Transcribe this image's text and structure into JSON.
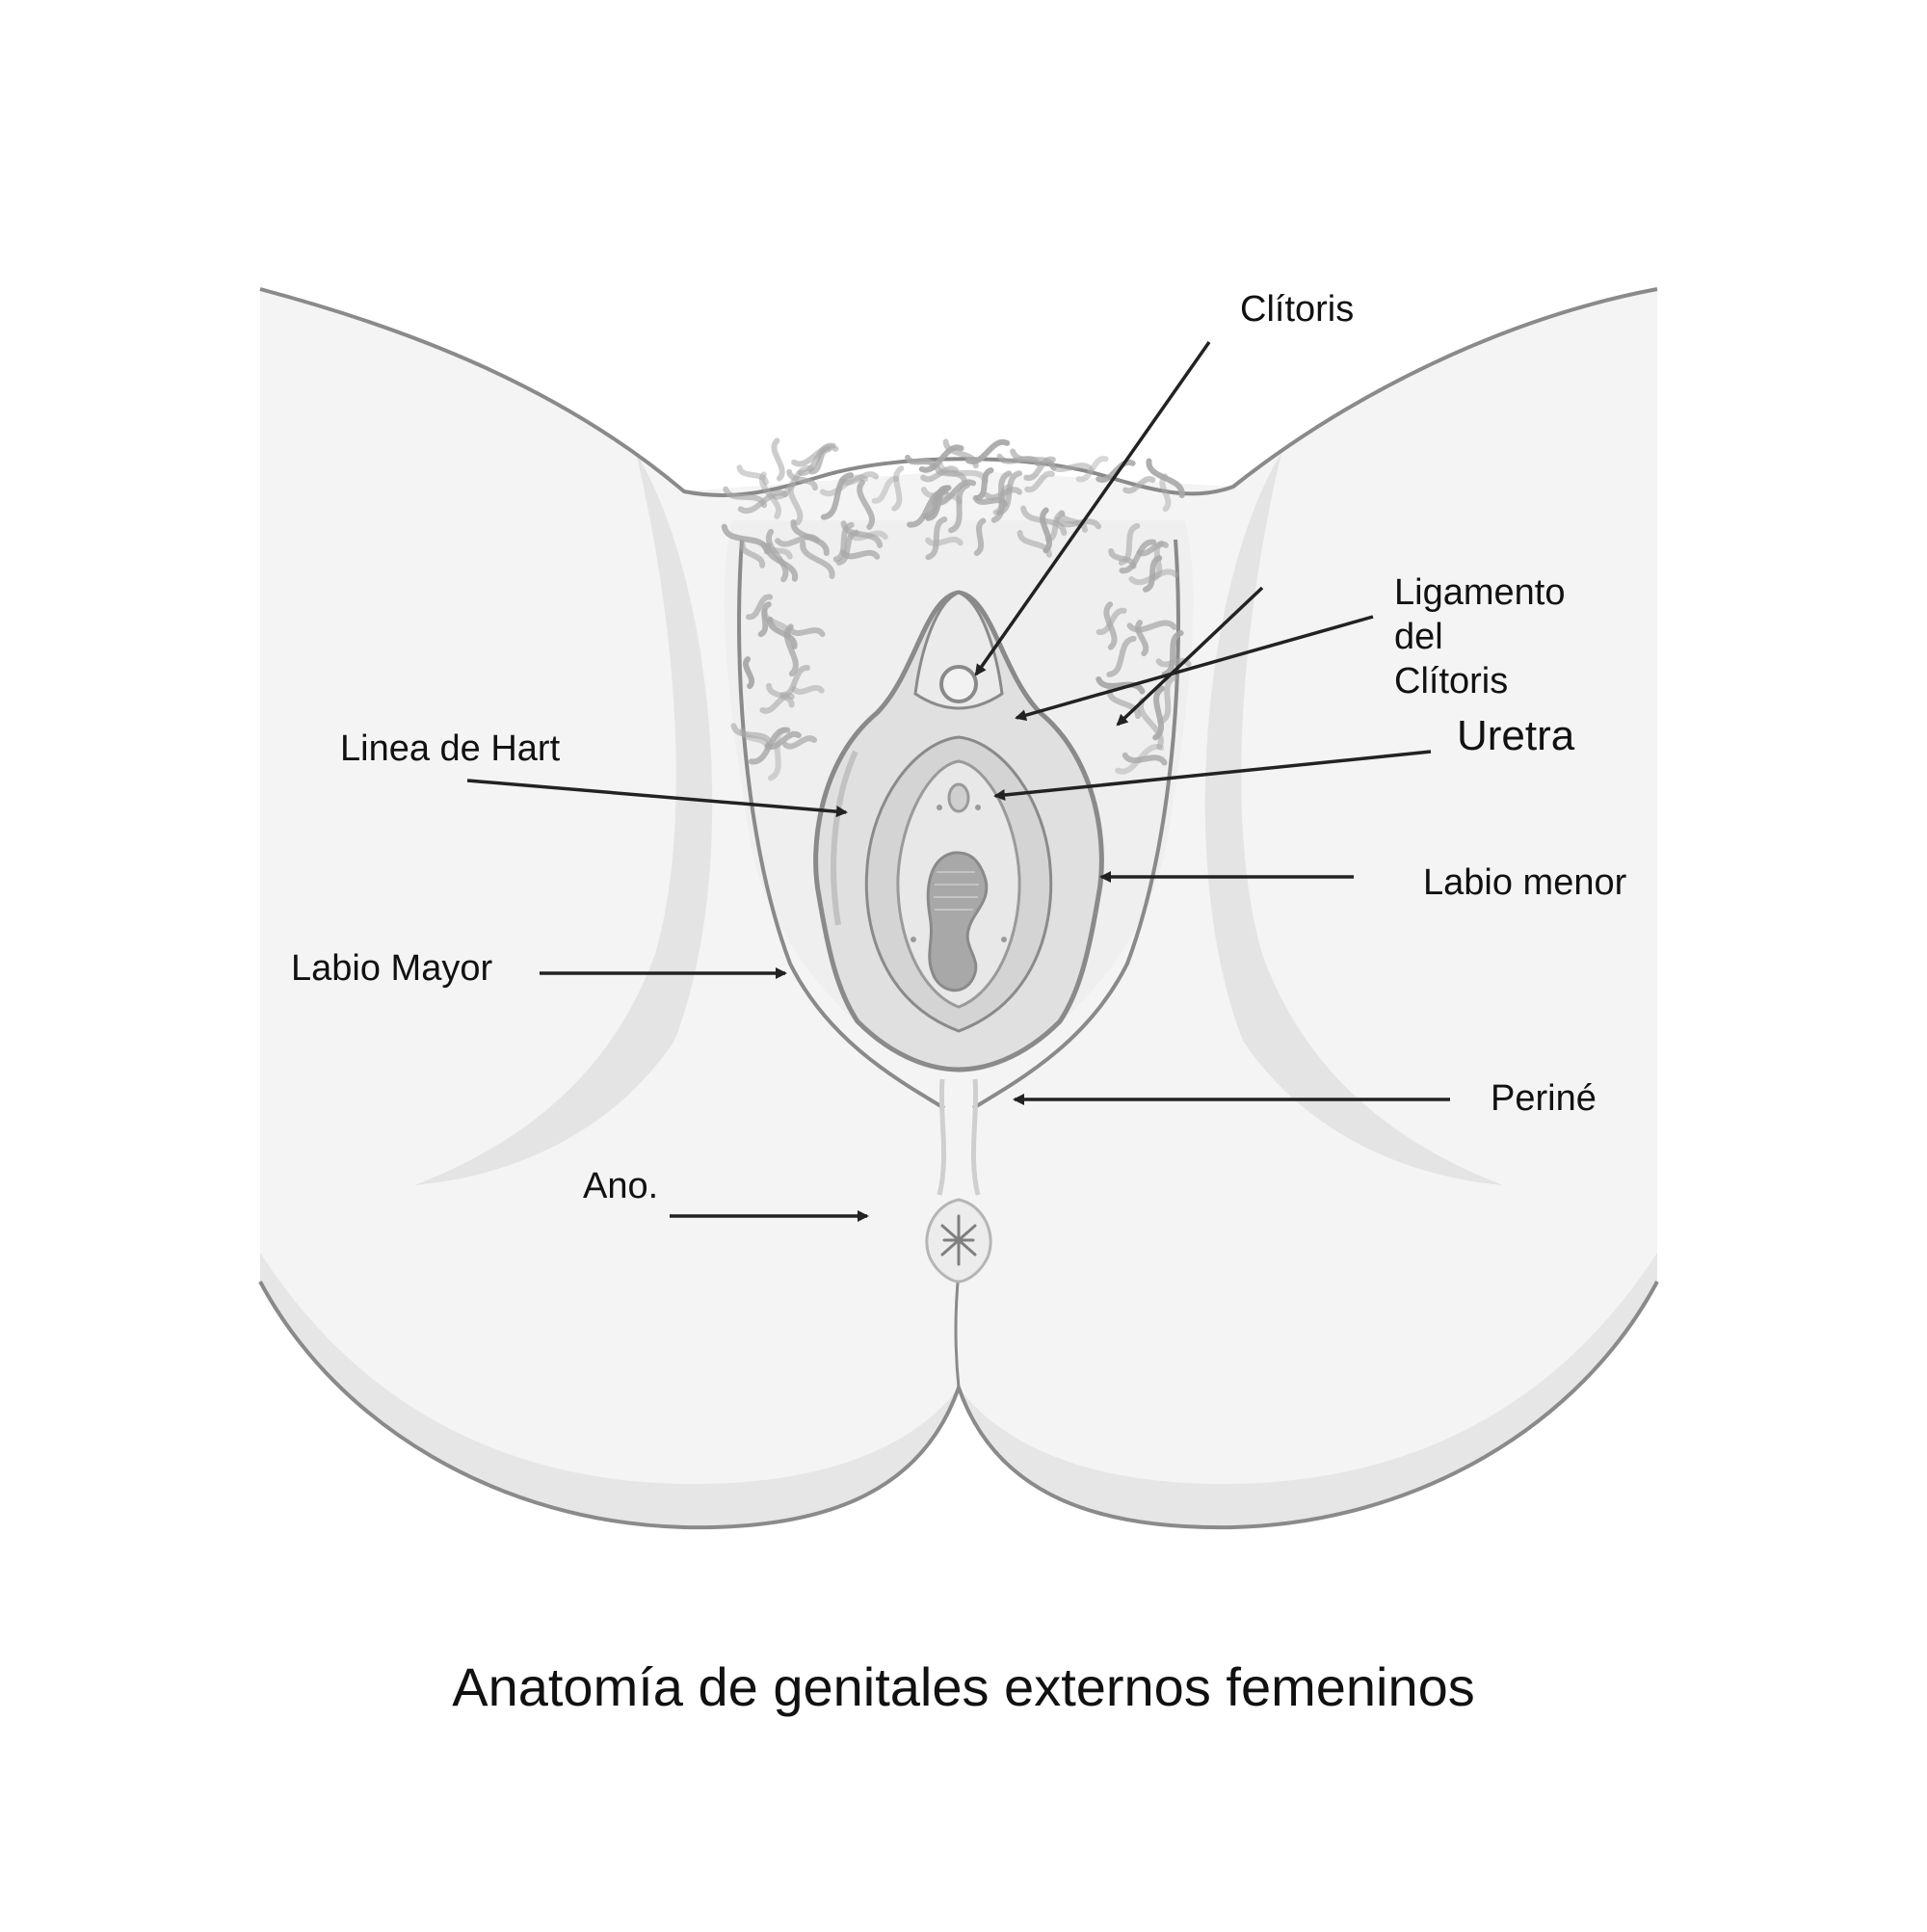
{
  "labels": {
    "clitoris": "Clítoris",
    "ligamento_line1": "Ligamento",
    "ligamento_line2": "del",
    "ligamento_line3": "Clítoris",
    "uretra": "Uretra",
    "linea_de_hart": "Linea de Hart",
    "labio_menor": "Labio menor",
    "labio_mayor": "Labio Mayor",
    "perine": "Periné",
    "ano": "Ano."
  },
  "title": "Anatomía de genitales externos femeninos",
  "colors": {
    "outline": "#8a8a8a",
    "skin_light": "#f4f4f4",
    "skin_shade": "#e2e2e2",
    "inner_shade": "#c8c8c8",
    "deep": "#9a9a9a",
    "hair": "#a8a8a8",
    "arrow": "#222222"
  }
}
